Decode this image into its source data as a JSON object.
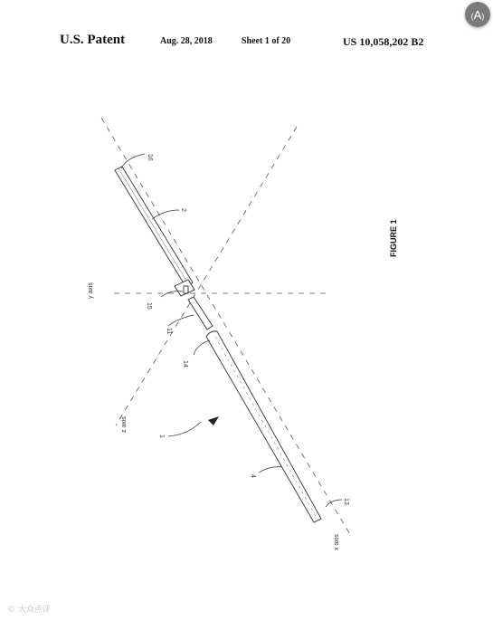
{
  "header": {
    "patent_label": "U.S. Patent",
    "date": "Aug. 28, 2018",
    "sheet": "Sheet 1 of 20",
    "patent_number": "US 10,058,202 B2"
  },
  "accessibility_button": {
    "icon": "text-a-icon",
    "glyph": "A"
  },
  "figure": {
    "title": "FIGURE 1",
    "axes": {
      "x": "x axis",
      "y": "y axis",
      "z": "z axis"
    },
    "labels": {
      "n16": "16",
      "n2": "2",
      "n15": "15",
      "n11": "11",
      "n14": "14",
      "n1": "1",
      "n4": "4",
      "n13": "13"
    }
  },
  "watermark": "© 大众点评"
}
